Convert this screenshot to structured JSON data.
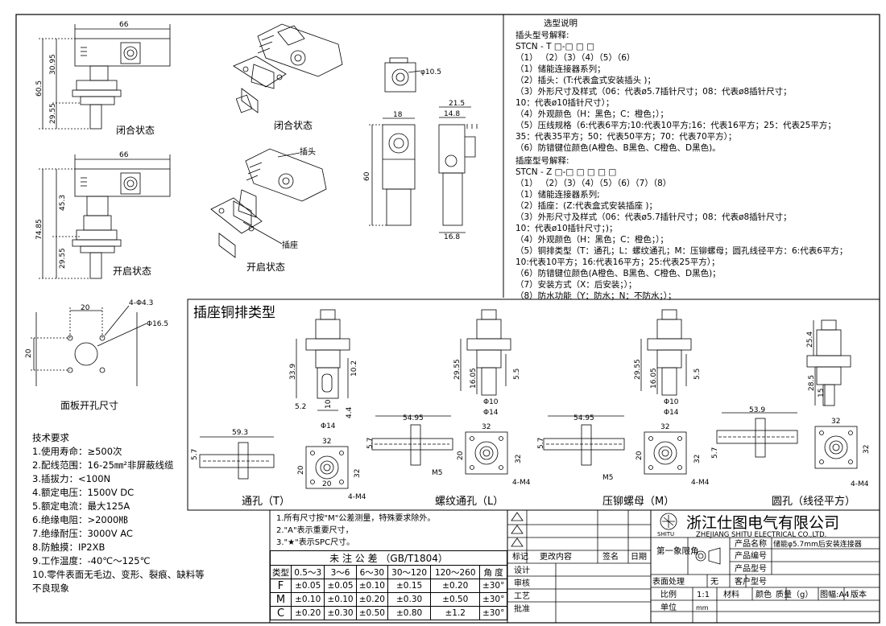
{
  "drawings": {
    "top_left_closed": {
      "caption": "闭合状态",
      "dims": [
        "66",
        "30.95",
        "60.5",
        "29.55"
      ]
    },
    "top_middle_closed": {
      "caption": "闭合状态"
    },
    "top_left_open": {
      "caption": "开启状态",
      "dims": [
        "66",
        "45.3",
        "74.85",
        "29.55"
      ]
    },
    "top_middle_open": {
      "caption": "开启状态",
      "label_plug": "插头",
      "label_socket": "插座"
    },
    "front_view": {
      "dia": "φ10.5"
    },
    "side_views": {
      "dims": [
        "18",
        "60",
        "21.5",
        "14.8",
        "16.8"
      ]
    },
    "panel_cutout": {
      "caption": "面板开孔尺寸",
      "dims": [
        "20",
        "4-Φ4.3",
        "Φ16.5",
        "20"
      ]
    }
  },
  "selection": {
    "title": "选型说明",
    "plug_header": "插头型号解释:",
    "plug_code": "STCN - T   □-□  □  □",
    "plug_idx": "（1）  （2）（3）（4）（5）（6）",
    "plug_lines": [
      "（1）储能连接器系列；",
      "（2）插头：(T:代表盒式安装插头 )；",
      "（3）外形尺寸及样式（06：代表ø5.7插针尺寸；08：代表ø8插针尺寸；",
      "      10：代表ø10插针尺寸）；",
      "（4）外观颜色（H：黑色；C：橙色；）；",
      "（5）压线规格（6:代表6平方;10:代表10平方;16：代表16平方；25：代表25平方；",
      "35：代表35平方；50：代表50平方；70：代表70平方）；",
      "（6）防错键位颜色(A橙色、B黑色、C橙色、D黑色)。"
    ],
    "socket_header": "插座型号解释:",
    "socket_code": "STCN  - Z   □-□  □  □  □  □",
    "socket_idx": "（1）  （2）（3）（4）（5）（6）（7）（8）",
    "socket_lines": [
      "（1）储能连接器系列;",
      "（2）插座：(Z:代表盒式安装插座 )；",
      "（3）外形尺寸及样式（06：代表ø5.7插针尺寸；08：代表ø8插针尺寸；",
      "      10：代表ø10插针尺寸；)；",
      "（4）外观颜色（H：黑色；C：橙色；）；",
      "（5）铜排类型（T：通孔；L：螺纹通孔；M：压铆螺母；圆孔线径平方：6:代表6平方；",
      "10:代表10平方；16:代表16平方；25:代表25平方）；",
      "（6）防错键位颜色(A橙色、B黑色、C橙色、D黑色)；",
      "（7）安装方式（X：后安装；）；",
      "（8）防水功能（Y：防水；N：不防水；）；"
    ]
  },
  "copper": {
    "title": "插座铜排类型",
    "types": [
      "通孔（T）",
      "螺纹通孔（L）",
      "压铆螺母（M）",
      "圆孔（线径平方）"
    ],
    "dims": {
      "t": [
        "33.9",
        "10.2",
        "5.2",
        "Φ14",
        "10",
        "4.4",
        "59.3",
        "5.7",
        "32",
        "20",
        "20",
        "32",
        "4-M4"
      ],
      "l": [
        "29.55",
        "16.05",
        "5.5",
        "Φ10",
        "Φ14",
        "54.95",
        "5.7",
        "M5",
        "32",
        "20",
        "32",
        "4-M4"
      ],
      "m": [
        "29.55",
        "16.05",
        "5.5",
        "Φ10",
        "Φ14",
        "54.95",
        "5.7",
        "M5",
        "32",
        "20",
        "32",
        "4-M4"
      ],
      "r": [
        "25.4",
        "28.5",
        "15",
        "53.9",
        "5.7",
        "32",
        "32",
        "4-M4"
      ]
    }
  },
  "tech": {
    "title": "技术要求",
    "items": [
      "1.使用寿命：≥500次",
      "2.配线范围：16-25㎜²非屏蔽线缆",
      "3.插拔力：<100N",
      "4.额定电压：1500V DC",
      "5.额定电流：最大125A",
      "6.绝缘电阻：>2000㎆",
      "7.绝缘耐压：3000V AC",
      "8.防触摸：IP2XB",
      "9.工作温度：-40℃～125℃",
      "10.零件表面无毛边、变形、裂痕、缺料等",
      "不良现象"
    ]
  },
  "notes": [
    "1.所有尺寸按\"M\"公差测量，特殊要求除外。",
    "2.\"A\"表示重要尺寸，",
    "3.\"★\"表示SPC尺寸。"
  ],
  "tolerance": {
    "title": "未 注 公 差 （GB/T1804）",
    "headers": [
      "类型",
      "0.5～3",
      "3～6",
      "6～30",
      "30～120",
      "120～260",
      "角 度"
    ],
    "rows": [
      [
        "F",
        "±0.05",
        "±0.05",
        "±0.10",
        "±0.15",
        "±0.20",
        "±30°"
      ],
      [
        "M",
        "±0.10",
        "±0.10",
        "±0.20",
        "±0.30",
        "±0.50",
        "±30°"
      ],
      [
        "C",
        "±0.20",
        "±0.30",
        "±0.50",
        "±0.80",
        "±1.2",
        "±30°"
      ]
    ]
  },
  "revision": {
    "headers": [
      "标记",
      "更改内容",
      "签名",
      "日期"
    ],
    "roles": [
      "设计",
      "审核",
      "工艺",
      "批准"
    ]
  },
  "titleblock": {
    "company": "浙江仕图电气有限公司",
    "company_en": "ZHEJIANG SHITU ELECTRICAL CO.,LTD.",
    "logo_text": "SHITU",
    "projection": "第一象限角",
    "product_name_label": "产品名称",
    "product_name": "储能φ5.7mm后安装连接器",
    "product_no_label": "产品编号",
    "customer_model_label": "客户型号",
    "product_model_label": "产品型号",
    "surface_label": "表面处理",
    "surface_value": "无",
    "scale_label": "比例",
    "scale_value": "1:1",
    "material_label": "材料",
    "color_label": "颜色",
    "mass_label": "质量（g）",
    "paper_label": "图幅:A4",
    "version_label": "版本",
    "unit_label": "单位",
    "unit_value": "mm"
  }
}
